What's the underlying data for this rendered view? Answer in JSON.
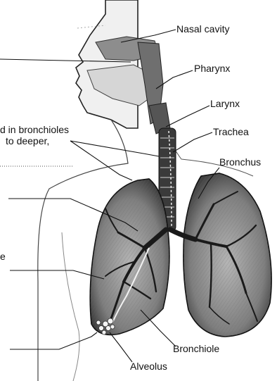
{
  "labels": {
    "nasal_cavity": "Nasal cavity",
    "pharynx": "Pharynx",
    "larynx": "Larynx",
    "trachea": "Trachea",
    "bronchus": "Bronchus",
    "bronchiole": "Bronchiole",
    "alveolus": "Alveolus"
  },
  "cut_text": {
    "line1": "d in bronchioles",
    "line2": "to deeper,",
    "edge_e": "e"
  },
  "colors": {
    "ink": "#111111",
    "lung_fill": "#9a9a9a",
    "lung_dark": "#3a3a3a",
    "skin": "#e6e6e6",
    "airway": "#2a2a2a",
    "background": "#ffffff"
  }
}
